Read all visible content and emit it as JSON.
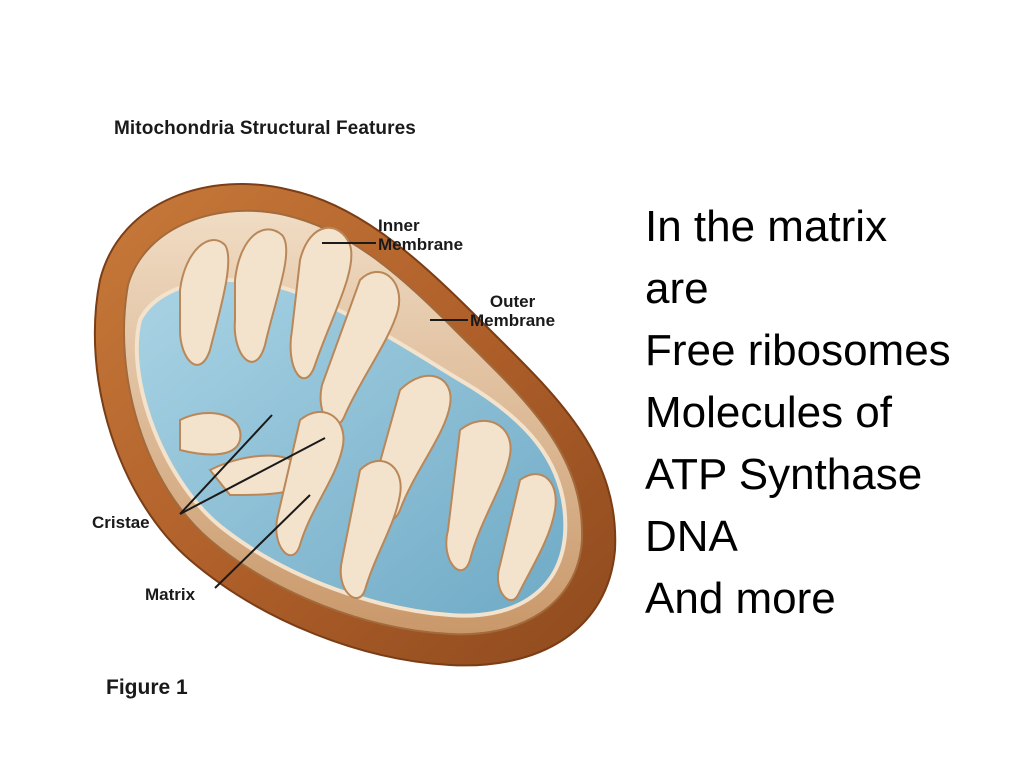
{
  "figure": {
    "title": "Mitochondria Structural Features",
    "caption": "Figure 1",
    "labels": {
      "inner_line1": "Inner",
      "inner_line2": "Membrane",
      "outer_line1": "Outer",
      "outer_line2": "Membrane",
      "cristae": "Cristae",
      "matrix": "Matrix"
    },
    "colors": {
      "outer_membrane": "#b5652a",
      "inner_membrane": "#e8c9a8",
      "matrix": "#8fc3d9"
    }
  },
  "side_text": {
    "lines": [
      "In the matrix",
      "are",
      "Free ribosomes",
      "Molecules of",
      "ATP Synthase",
      "DNA",
      "And more"
    ]
  }
}
